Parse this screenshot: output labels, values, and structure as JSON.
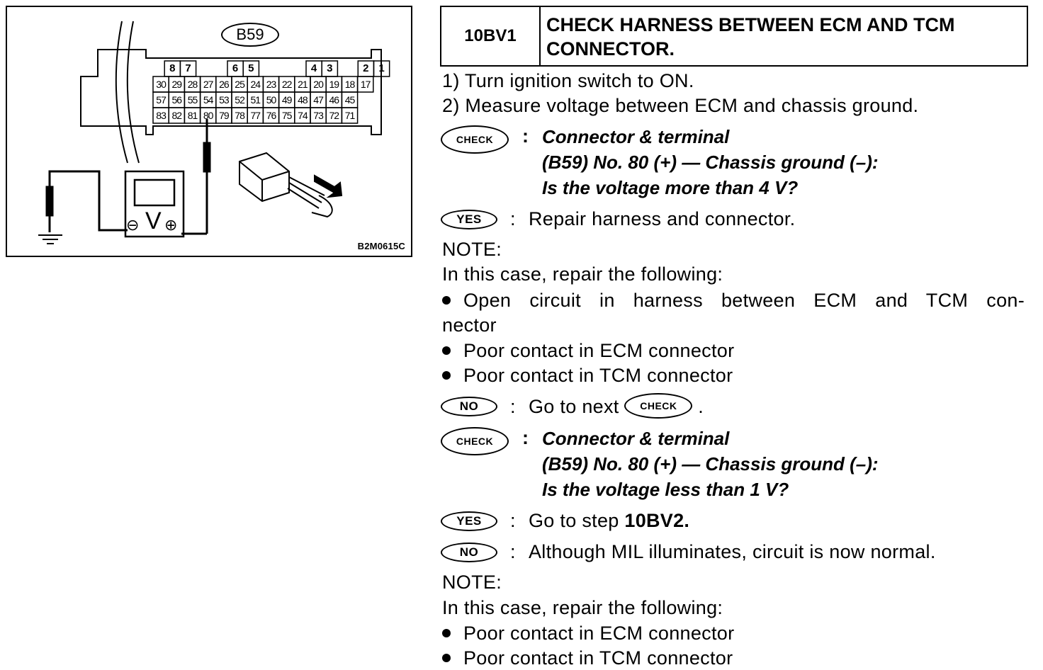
{
  "figure": {
    "connector_label": "B59",
    "code": "B2M0615C",
    "pin_row_top": [
      "8",
      "7",
      "6",
      "5",
      "4",
      "3",
      "2",
      "1"
    ],
    "pin_rows": [
      [
        "30",
        "29",
        "28",
        "27",
        "26",
        "25",
        "24",
        "23",
        "22",
        "21",
        "20",
        "19",
        "18",
        "17"
      ],
      [
        "57",
        "56",
        "55",
        "54",
        "53",
        "52",
        "51",
        "50",
        "49",
        "48",
        "47",
        "46",
        "45"
      ],
      [
        "83",
        "82",
        "81",
        "80",
        "79",
        "78",
        "77",
        "76",
        "75",
        "74",
        "73",
        "72",
        "71"
      ]
    ],
    "meter_symbol": "V",
    "minus_symbol": "⊖",
    "plus_symbol": "⊕"
  },
  "step": {
    "id": "10BV1",
    "title_line1": "CHECK HARNESS BETWEEN ECM AND TCM",
    "title_line2": "CONNECTOR."
  },
  "instructions": [
    "1)  Turn ignition switch to ON.",
    "2)  Measure voltage between ECM and chassis ground."
  ],
  "badges": {
    "check": "CHECK",
    "yes": "YES",
    "no": "NO"
  },
  "check1": {
    "line1": "Connector & terminal",
    "line2": "(B59) No. 80 (+) — Chassis ground (–):",
    "line3": "Is the voltage more than 4 V?"
  },
  "yes1": "Repair harness and connector.",
  "note1": {
    "label": "NOTE:",
    "intro": "In this case, repair the following:",
    "item1_a": "Open circuit in harness between ECM and TCM con-",
    "item1_b": "nector",
    "item2": "Poor contact in ECM connector",
    "item3": "Poor contact in TCM connector"
  },
  "no1": {
    "text": "Go to next",
    "suffix": "."
  },
  "check2": {
    "line1": "Connector & terminal",
    "line2": "(B59) No. 80 (+) — Chassis ground (–):",
    "line3": "Is the voltage less than 1 V?"
  },
  "yes2": {
    "text": "Go to step ",
    "ref": "10BV2."
  },
  "no2": "Although MIL illuminates, circuit is now normal.",
  "note2": {
    "label": "NOTE:",
    "intro": "In this case, repair the following:",
    "item1": "Poor contact in ECM connector",
    "item2": "Poor contact in TCM connector"
  }
}
